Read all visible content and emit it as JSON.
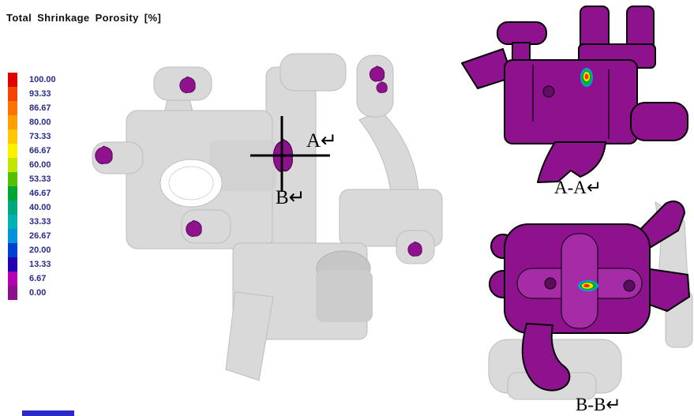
{
  "title": "Total Shrinkage Porosity [%]",
  "legend": {
    "entries": [
      {
        "value": "100.00",
        "color": "#e10000"
      },
      {
        "value": "93.33",
        "color": "#f04800"
      },
      {
        "value": "86.67",
        "color": "#ff7300"
      },
      {
        "value": "80.00",
        "color": "#ffa000"
      },
      {
        "value": "73.33",
        "color": "#ffc800"
      },
      {
        "value": "66.67",
        "color": "#fff000"
      },
      {
        "value": "60.00",
        "color": "#c3e600"
      },
      {
        "value": "53.33",
        "color": "#53c000"
      },
      {
        "value": "46.67",
        "color": "#00a632"
      },
      {
        "value": "40.00",
        "color": "#00a67d"
      },
      {
        "value": "33.33",
        "color": "#00b2b2"
      },
      {
        "value": "26.67",
        "color": "#0092dc"
      },
      {
        "value": "20.00",
        "color": "#0040d2"
      },
      {
        "value": "13.33",
        "color": "#2200b4"
      },
      {
        "value": "6.67",
        "color": "#b400b4"
      },
      {
        "value": "0.00",
        "color": "#8c0f8c"
      }
    ]
  },
  "annotations": {
    "a_marker": "A↵",
    "b_marker": "B↵",
    "aa_label": "A-A↵",
    "bb_label": "B-B↵"
  },
  "colors": {
    "porosity_purple": "#8e128e",
    "porosity_purple_light": "#a62ba6",
    "defect_rings": [
      "#00a0e0",
      "#00b400",
      "#ffe400",
      "#ff2800"
    ],
    "legend_text": "#2a2a8e",
    "bottom_strip": "#2a2ac8"
  }
}
